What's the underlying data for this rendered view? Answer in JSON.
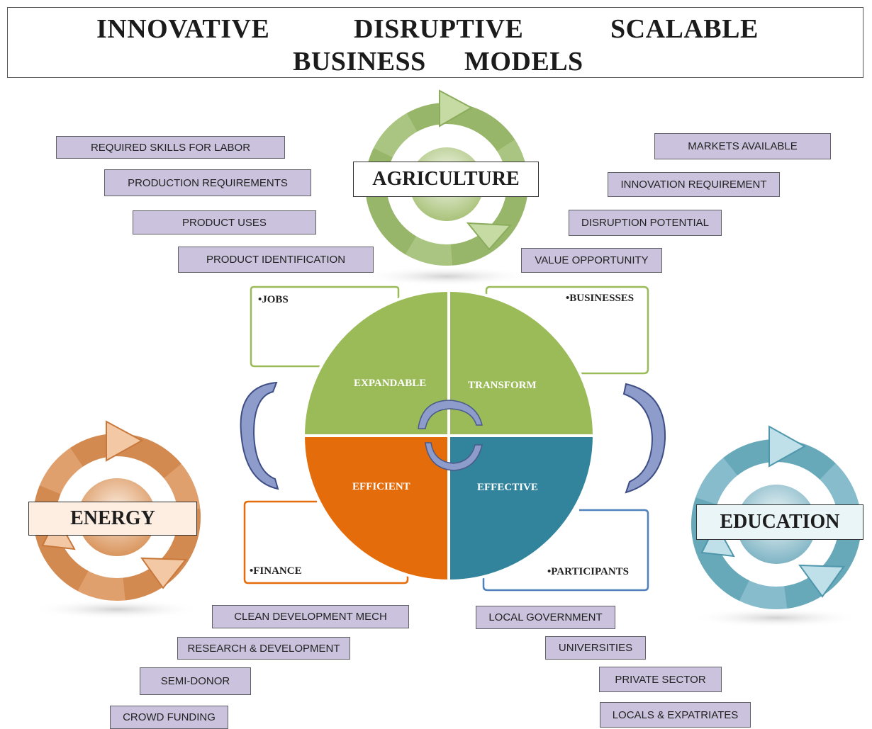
{
  "title": {
    "line1": [
      "INNOVATIVE",
      "DISRUPTIVE",
      "SCALABLE"
    ],
    "line2": [
      "BUSINESS",
      "MODELS"
    ]
  },
  "sectors": {
    "agriculture": "AGRICULTURE",
    "energy": "ENERGY",
    "education": "EDUCATION"
  },
  "agriculture_left_tags": [
    "REQUIRED SKILLS FOR LABOR",
    "PRODUCTION REQUIREMENTS",
    "PRODUCT USES",
    "PRODUCT IDENTIFICATION"
  ],
  "agriculture_right_tags": [
    "MARKETS AVAILABLE",
    "INNOVATION REQUIREMENT",
    "DISRUPTION POTENTIAL",
    "VALUE OPPORTUNITY"
  ],
  "energy_tags": [
    "CLEAN   DEVELOPMENT MECH",
    "RESEARCH & DEVELOPMENT",
    "SEMI-DONOR",
    "CROWD FUNDING"
  ],
  "education_tags": [
    "LOCAL GOVERNMENT",
    "UNIVERSITIES",
    "PRIVATE SECTOR",
    "LOCALS & EXPATRIATES"
  ],
  "quadrants": {
    "top_left": "EXPANDABLE",
    "top_right": "TRANSFORM",
    "bottom_left": "EFFICIENT",
    "bottom_right": "EFFECTIVE"
  },
  "placeholders": {
    "jobs": "•JOBS",
    "businesses": "•BUSINESSES",
    "finance": "•FINANCE",
    "participants": "•PARTICIPANTS"
  },
  "colors": {
    "green": "#9bbb59",
    "orange": "#e46c0a",
    "teal": "#31849b",
    "tag_fill": "#cbc3dd",
    "arrow_fill": "#8d9ccb"
  }
}
